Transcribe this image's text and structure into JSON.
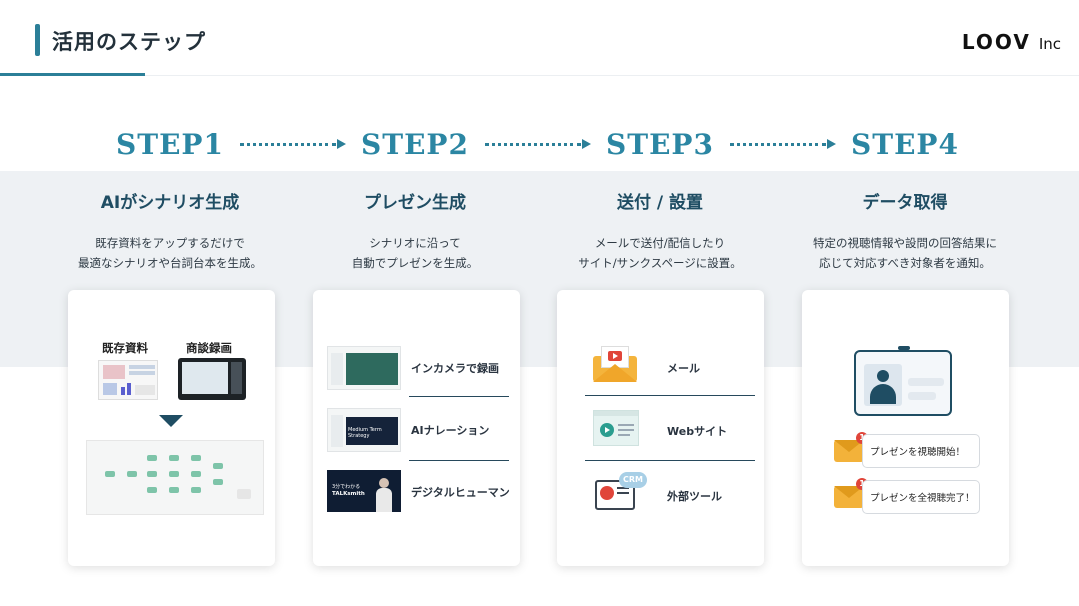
{
  "header": {
    "title": "活用のステップ",
    "logo_main": "LOOV",
    "logo_sub": "Inc"
  },
  "steps": [
    {
      "label": "STEP1",
      "heading": "AIがシナリオ生成",
      "desc_line1": "既存資料をアップするだけで",
      "desc_line2": "最適なシナリオや台詞台本を生成。",
      "card": {
        "label_a": "既存資料",
        "label_b": "商談録画"
      }
    },
    {
      "label": "STEP2",
      "heading": "プレゼン生成",
      "desc_line1": "シナリオに沿って",
      "desc_line2": "自動でプレゼンを生成。",
      "card": {
        "items": [
          {
            "label": "インカメラで録画"
          },
          {
            "label": "AIナレーション",
            "thumb_text": "Medium Term Strategy"
          },
          {
            "label": "デジタルヒューマン",
            "thumb_text_1": "3分でわかる",
            "thumb_text_2": "TALKsmith"
          }
        ]
      }
    },
    {
      "label": "STEP3",
      "heading": "送付 / 設置",
      "desc_line1": "メールで送付/配信したり",
      "desc_line2": "サイト/サンクスページに設置。",
      "card": {
        "items": [
          {
            "label": "メール"
          },
          {
            "label": "Webサイト"
          },
          {
            "label": "外部ツール",
            "badge": "CRM"
          }
        ]
      }
    },
    {
      "label": "STEP4",
      "heading": "データ取得",
      "desc_line1": "特定の視聴情報や設問の回答結果に",
      "desc_line2": "応じて対応すべき対象者を通知。",
      "card": {
        "notifications": [
          {
            "text": "プレゼンを視聴開始！",
            "count": "1"
          },
          {
            "text": "プレゼンを全視聴完了！",
            "count": "1"
          }
        ]
      }
    }
  ],
  "colors": {
    "accent": "#2b86a3",
    "dark": "#1f4d63",
    "band": "#eef1f4"
  }
}
